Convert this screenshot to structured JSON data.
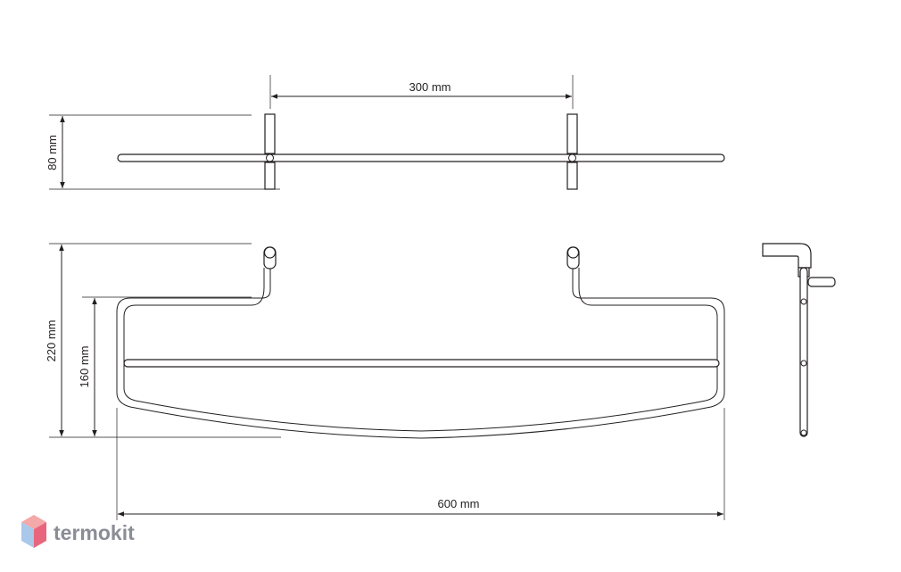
{
  "dimensions": {
    "top_spacing": "300 mm",
    "top_height": "80 mm",
    "front_height_total": "220 mm",
    "front_height_inner": "160 mm",
    "overall_width": "600 mm"
  },
  "brand": {
    "name": "termokit",
    "logo_colors": [
      "#f4a8a8",
      "#a9c8ea",
      "#e8667d"
    ]
  }
}
